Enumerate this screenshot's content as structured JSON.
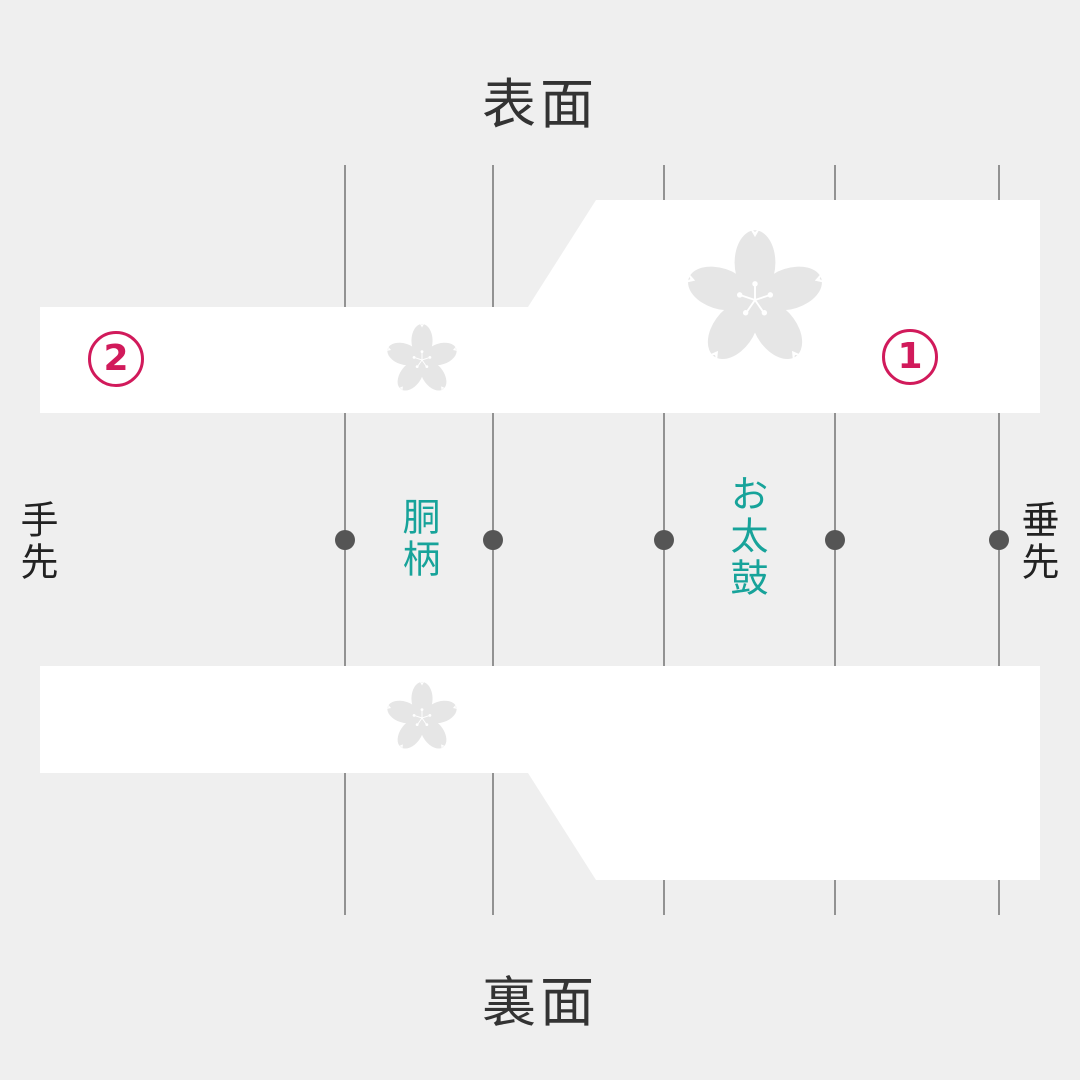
{
  "titles": {
    "front": "表面",
    "back": "裏面"
  },
  "end_labels": {
    "left": "手先",
    "right": "垂先"
  },
  "zone_labels": {
    "body_pattern": "胴柄",
    "otaiko": "お太鼓"
  },
  "badges": {
    "first": "1",
    "second": "2"
  },
  "colors": {
    "background": "#efefef",
    "belt": "#ffffff",
    "guide_line": "#555555",
    "dot": "#555555",
    "badge": "#d11a5b",
    "zone_text": "#17a39a",
    "flower": "#e6e6e6"
  }
}
